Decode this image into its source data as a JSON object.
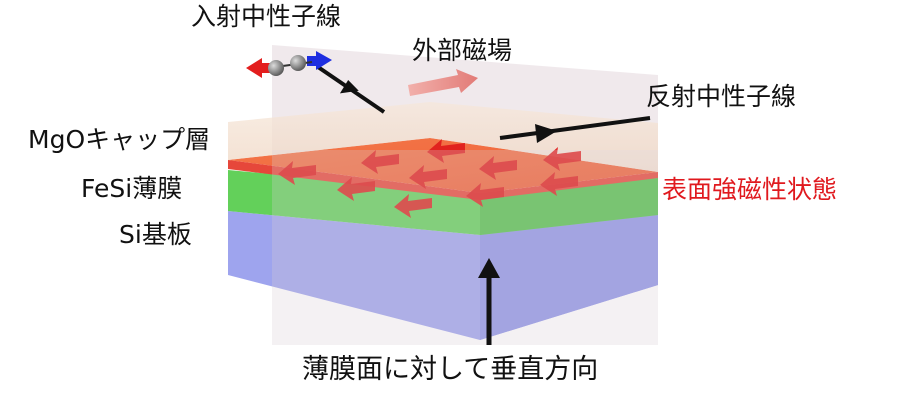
{
  "labels": {
    "incident_neutron": "入射中性子線",
    "external_field": "外部磁場",
    "reflected_neutron": "反射中性子線",
    "mgo_cap": "MgOキャップ層",
    "fesi_film": "FeSi薄膜",
    "si_substrate": "Si基板",
    "surface_ferromagnetic": "表面強磁性状態",
    "perpendicular_direction": "薄膜面に対して垂直方向"
  },
  "colors": {
    "surface_label": "#e0191e",
    "mgo_layer": "#f0d8c4",
    "surface_layer": "#f06a3c",
    "fesi_layer": "#5fcf55",
    "si_layer": "#9ca2ee",
    "scattering_plane": "#e8dde2",
    "spin_arrow": "#e01b1b",
    "field_arrow": "#e88a88"
  },
  "icons": [
    "spin-arrow-icon",
    "neutron-spin-icon",
    "magnetic-field-arrow-icon",
    "beam-direction-arrow-icon"
  ]
}
